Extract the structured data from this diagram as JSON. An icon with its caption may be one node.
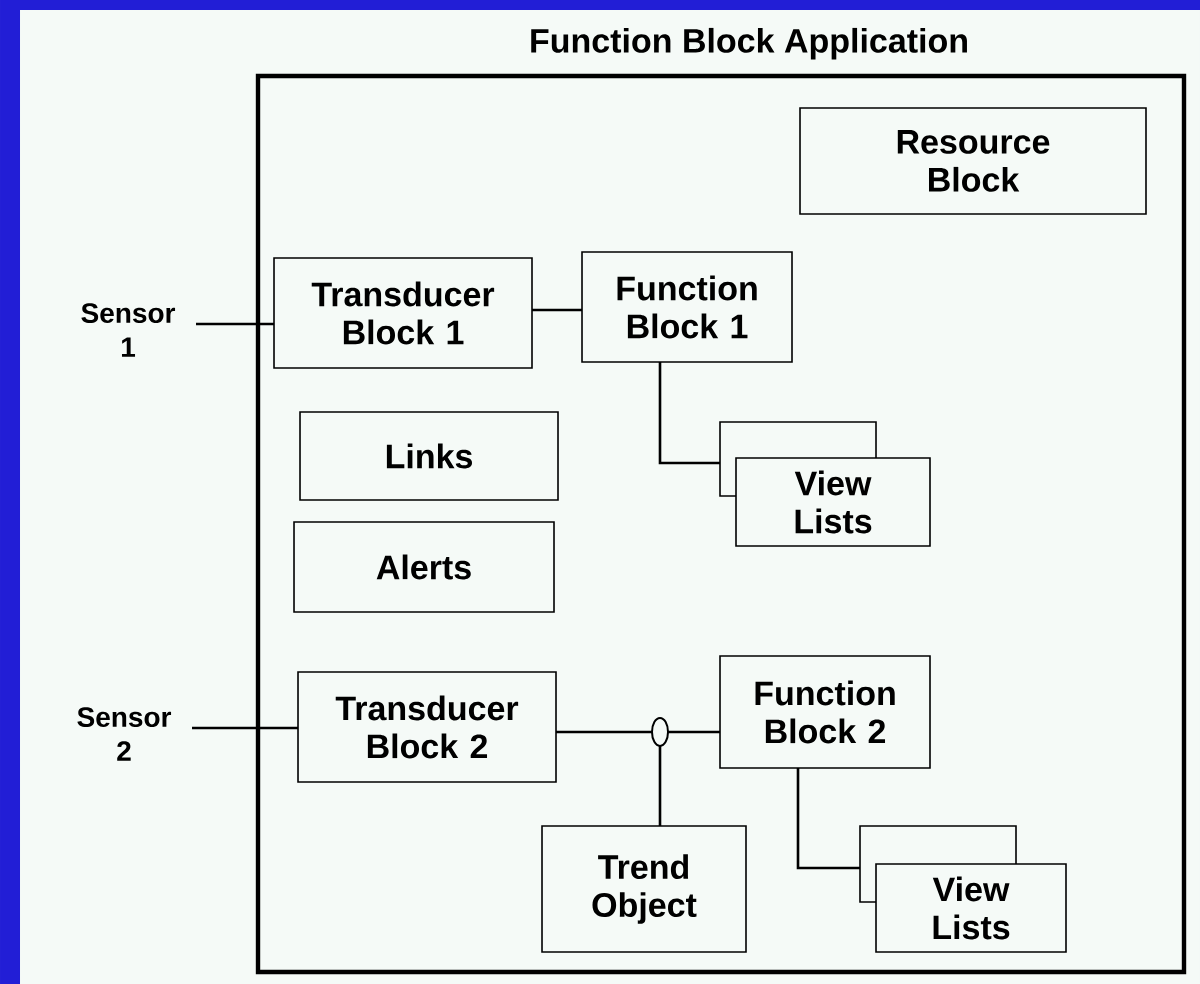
{
  "diagram": {
    "nodes": [
      {
        "text": [
          "Function Block Application"
        ]
      },
      {
        "text": [
          "Resource Block"
        ],
        "in": 0
      },
      {
        "text": [
          "Sensor 1"
        ]
      },
      {
        "text": [
          "Transducer Block 1"
        ],
        "in": 0
      },
      {
        "text": [
          "Function Block 1"
        ],
        "in": 0
      },
      {
        "text": [],
        "shape": "box",
        "in": 0
      },
      {
        "text": [
          "View Lists"
        ],
        "in": 0
      },
      {
        "text": [
          "Links"
        ],
        "in": 0
      },
      {
        "text": [
          "Alerts"
        ],
        "in": 0
      },
      {
        "text": [
          "Sensor 2"
        ]
      },
      {
        "text": [
          "Transducer Block 2"
        ],
        "in": 0
      },
      {
        "text": [],
        "shape": "ellipse",
        "in": 0
      },
      {
        "text": [
          "Function Block 2"
        ],
        "in": 0
      },
      {
        "text": [
          "Trend Object"
        ],
        "in": 0
      },
      {
        "text": [],
        "shape": "box",
        "in": 0
      },
      {
        "text": [
          "View Lists"
        ],
        "in": 0
      }
    ],
    "edges": [
      {
        "from": 2,
        "to": 3,
        "arrow": "none"
      },
      {
        "from": 3,
        "to": 4,
        "arrow": "none"
      },
      {
        "from": 4,
        "to": 5,
        "arrow": "none"
      },
      {
        "from": 9,
        "to": 10,
        "arrow": "none"
      },
      {
        "from": 10,
        "to": 11,
        "arrow": "none"
      },
      {
        "from": 11,
        "to": 12,
        "arrow": "none"
      },
      {
        "from": 11,
        "to": 13,
        "arrow": "none"
      },
      {
        "from": 12,
        "to": 14,
        "arrow": "none"
      }
    ]
  }
}
